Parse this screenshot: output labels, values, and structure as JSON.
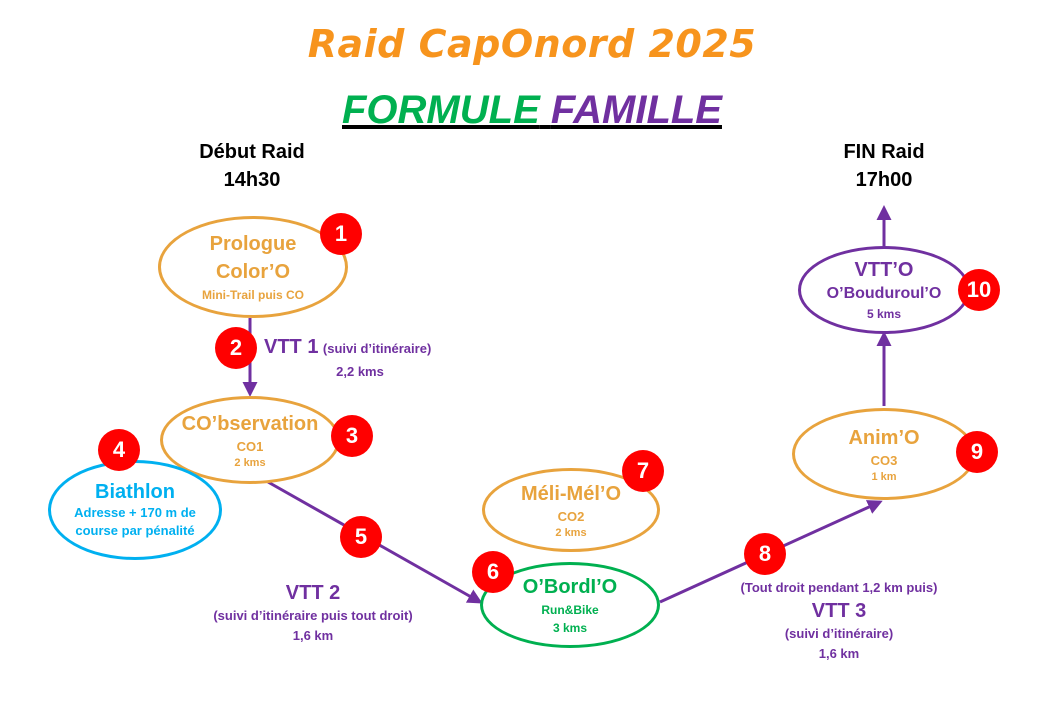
{
  "title": "Raid CapOnord 2025",
  "subtitle": {
    "part1": "FORMULE",
    "part2": "FAMILLE"
  },
  "start": {
    "label": "Début Raid",
    "time": "14h30"
  },
  "finish": {
    "label": "FIN Raid",
    "time": "17h00"
  },
  "stages": [
    {
      "num": "1",
      "name": "Prologue Color’O",
      "detail": "Mini-Trail puis CO"
    },
    {
      "num": "3",
      "name": "CO’bservation",
      "code": "CO1",
      "distance": "2 kms"
    },
    {
      "num": "4",
      "name": "Biathlon",
      "detail": "Adresse + 170 m de course par pénalité"
    },
    {
      "num": "6",
      "name": "O’BordI’O",
      "detail": "Run&Bike",
      "distance": "3 kms"
    },
    {
      "num": "7",
      "name": "Méli-Mél’O",
      "code": "CO2",
      "distance": "2 kms"
    },
    {
      "num": "9",
      "name": "Anim’O",
      "code": "CO3",
      "distance": "1 km"
    },
    {
      "num": "10",
      "name": "VTT’O",
      "name2": "O’Bouduroul’O",
      "distance": "5 kms"
    }
  ],
  "legs": [
    {
      "num": "2",
      "name": "VTT 1",
      "detail": "(suivi d’itinéraire)",
      "distance": "2,2 kms"
    },
    {
      "num": "5",
      "name": "VTT 2",
      "detail": "(suivi d’itinéraire puis tout droit)",
      "distance": "1,6 km"
    },
    {
      "num": "8",
      "pre": "(Tout droit pendant 1,2 km puis)",
      "name": "VTT 3",
      "detail": "(suivi d’itinéraire)",
      "distance": "1,6 km"
    }
  ],
  "colors": {
    "orange": "#F7941D",
    "purple": "#7030A0",
    "green": "#00B050",
    "blue": "#00B0F0",
    "badge": "#FF0000",
    "stage_orange": "#E8A33D"
  }
}
